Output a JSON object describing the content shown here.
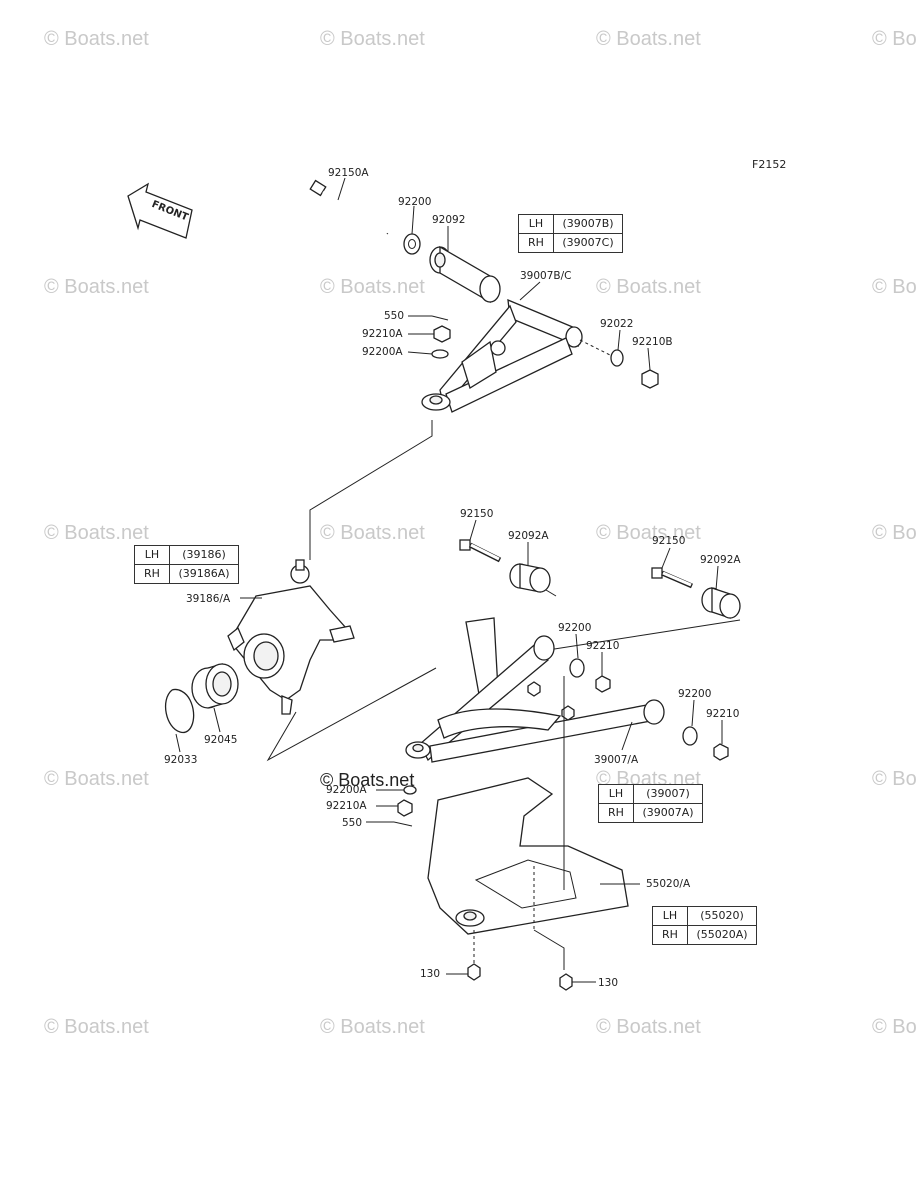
{
  "figure_id": "F2152",
  "front_arrow": {
    "label": "FRONT"
  },
  "watermark": "© Boats.net",
  "stamp": "© Boats.net",
  "part_labels": [
    {
      "id": "92150A",
      "text": "92150A"
    },
    {
      "id": "92200-top",
      "text": "92200"
    },
    {
      "id": "92092",
      "text": "92092"
    },
    {
      "id": "39007BC",
      "text": "39007B/C"
    },
    {
      "id": "550-top",
      "text": "550"
    },
    {
      "id": "92210A-top",
      "text": "92210A"
    },
    {
      "id": "92200A-top",
      "text": "92200A"
    },
    {
      "id": "92022",
      "text": "92022"
    },
    {
      "id": "92210B",
      "text": "92210B"
    },
    {
      "id": "39186A",
      "text": "39186/A"
    },
    {
      "id": "92150-left",
      "text": "92150"
    },
    {
      "id": "92092A-left",
      "text": "92092A"
    },
    {
      "id": "92150-right",
      "text": "92150"
    },
    {
      "id": "92092A-right",
      "text": "92092A"
    },
    {
      "id": "92200-mid",
      "text": "92200"
    },
    {
      "id": "92210-mid",
      "text": "92210"
    },
    {
      "id": "92200-right",
      "text": "92200"
    },
    {
      "id": "92210-right",
      "text": "92210"
    },
    {
      "id": "39007A",
      "text": "39007/A"
    },
    {
      "id": "92045",
      "text": "92045"
    },
    {
      "id": "92033",
      "text": "92033"
    },
    {
      "id": "92200A-bottom",
      "text": "92200A"
    },
    {
      "id": "92210A-bottom",
      "text": "92210A"
    },
    {
      "id": "550-bottom",
      "text": "550"
    },
    {
      "id": "55020A",
      "text": "55020/A"
    },
    {
      "id": "130-left",
      "text": "130"
    },
    {
      "id": "130-right",
      "text": "130"
    }
  ],
  "side_tables": {
    "upper_arm": [
      {
        "side": "LH",
        "code": "(39007B)"
      },
      {
        "side": "RH",
        "code": "(39007C)"
      }
    ],
    "knuckle": [
      {
        "side": "LH",
        "code": "(39186)"
      },
      {
        "side": "RH",
        "code": "(39186A)"
      }
    ],
    "lower_arm": [
      {
        "side": "LH",
        "code": "(39007)"
      },
      {
        "side": "RH",
        "code": "(39007A)"
      }
    ],
    "guard": [
      {
        "side": "LH",
        "code": "(55020)"
      },
      {
        "side": "RH",
        "code": "(55020A)"
      }
    ]
  }
}
